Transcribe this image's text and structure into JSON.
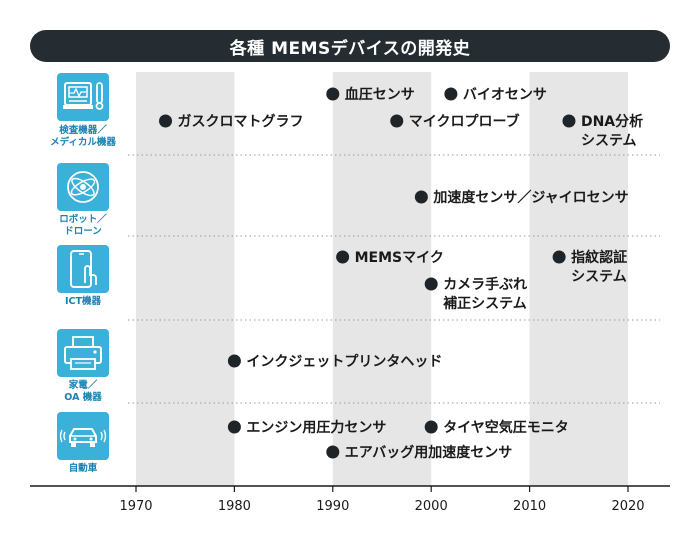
{
  "title": "各種 MEMSデバイスの開発史",
  "categories": [
    {
      "id": "medical",
      "label_lines": [
        "検査機器／",
        "メディカル機器"
      ],
      "icon": "medical-monitor-icon"
    },
    {
      "id": "robot",
      "label_lines": [
        "ロボット／",
        "ドローン"
      ],
      "icon": "gyro-orbit-icon"
    },
    {
      "id": "ict",
      "label_lines": [
        "ICT機器"
      ],
      "icon": "smartphone-touch-icon"
    },
    {
      "id": "appliance",
      "label_lines": [
        "家電／",
        "OA 機器"
      ],
      "icon": "printer-icon"
    },
    {
      "id": "auto",
      "label_lines": [
        "自動車"
      ],
      "icon": "car-icon"
    }
  ],
  "chart_data": {
    "type": "scatter",
    "xlim": [
      1970,
      2020
    ],
    "x_ticks": [
      1970,
      1980,
      1990,
      2000,
      2010,
      2020
    ],
    "shaded_decades": [
      [
        1970,
        1980
      ],
      [
        1990,
        2000
      ],
      [
        2010,
        2020
      ]
    ],
    "points": [
      {
        "category": "medical",
        "year": 1973,
        "label_lines": [
          "ガスクロマトグラフ"
        ]
      },
      {
        "category": "medical",
        "year": 1990,
        "label_lines": [
          "血圧センサ"
        ]
      },
      {
        "category": "medical",
        "year": 2002,
        "label_lines": [
          "バイオセンサ"
        ]
      },
      {
        "category": "medical",
        "year": 1996.5,
        "label_lines": [
          "マイクロプローブ"
        ]
      },
      {
        "category": "medical",
        "year": 2014,
        "label_lines": [
          "DNA分析",
          "システム"
        ]
      },
      {
        "category": "robot",
        "year": 1999,
        "label_lines": [
          "加速度センサ／ジャイロセンサ"
        ]
      },
      {
        "category": "ict",
        "year": 1991,
        "label_lines": [
          "MEMSマイク"
        ]
      },
      {
        "category": "ict",
        "year": 2013,
        "label_lines": [
          "指紋認証",
          "システム"
        ]
      },
      {
        "category": "ict",
        "year": 2000,
        "label_lines": [
          "カメラ手ぶれ",
          "補正システム"
        ]
      },
      {
        "category": "appliance",
        "year": 1980,
        "label_lines": [
          "インクジェットプリンタヘッド"
        ]
      },
      {
        "category": "auto",
        "year": 1980,
        "label_lines": [
          "エンジン用圧力センサ"
        ]
      },
      {
        "category": "auto",
        "year": 2000,
        "label_lines": [
          "タイヤ空気圧モニタ"
        ]
      },
      {
        "category": "auto",
        "year": 1990,
        "label_lines": [
          "エアバッグ用加速度センサ"
        ]
      }
    ]
  },
  "colors": {
    "title_bg": "#252d33",
    "icon_bg": "#3bb1d9",
    "category_label": "#1a82b0",
    "shade": "#e6e6e6",
    "marker": "#1f2428"
  }
}
